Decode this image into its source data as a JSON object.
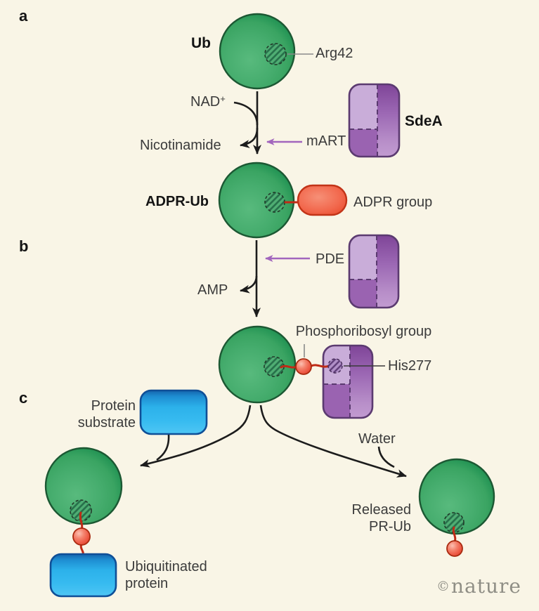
{
  "palette": {
    "background": "#f9f5e6",
    "green_body": "#3aa462",
    "green_dark": "#0c8245",
    "green_outline": "#1c5833",
    "purple_light": "#c9add9",
    "purple_dark": "#9a63b1",
    "purple_outline": "#5b3a70",
    "purple_arrow": "#a266bd",
    "red_pill": "#ea4f31",
    "red_link": "#bf2b16",
    "blue_fill": "#2cb1ea",
    "blue_outline": "#0f4f97",
    "text": "#3b3b3b"
  },
  "panel_a": {
    "tag": "a",
    "ub": "Ub",
    "arg42": "Arg42",
    "nad_base": "NAD",
    "nad_sup": "+",
    "nicotinamide": "Nicotinamide",
    "mart": "mART",
    "sdea": "SdeA",
    "adpr_ub": "ADPR-Ub",
    "adpr_group": "ADPR group"
  },
  "panel_b": {
    "tag": "b",
    "pde": "PDE",
    "amp": "AMP",
    "phosphoribosyl": "Phosphoribosyl group",
    "his277": "His277"
  },
  "panel_c": {
    "tag": "c",
    "protein_substrate_1": "Protein",
    "protein_substrate_2": "substrate",
    "water": "Water",
    "ubiquitinated_1": "Ubiquitinated",
    "ubiquitinated_2": "protein",
    "released_1": "Released",
    "released_2": "PR-Ub"
  },
  "footer": {
    "copyright": "©",
    "brand": "nature"
  }
}
